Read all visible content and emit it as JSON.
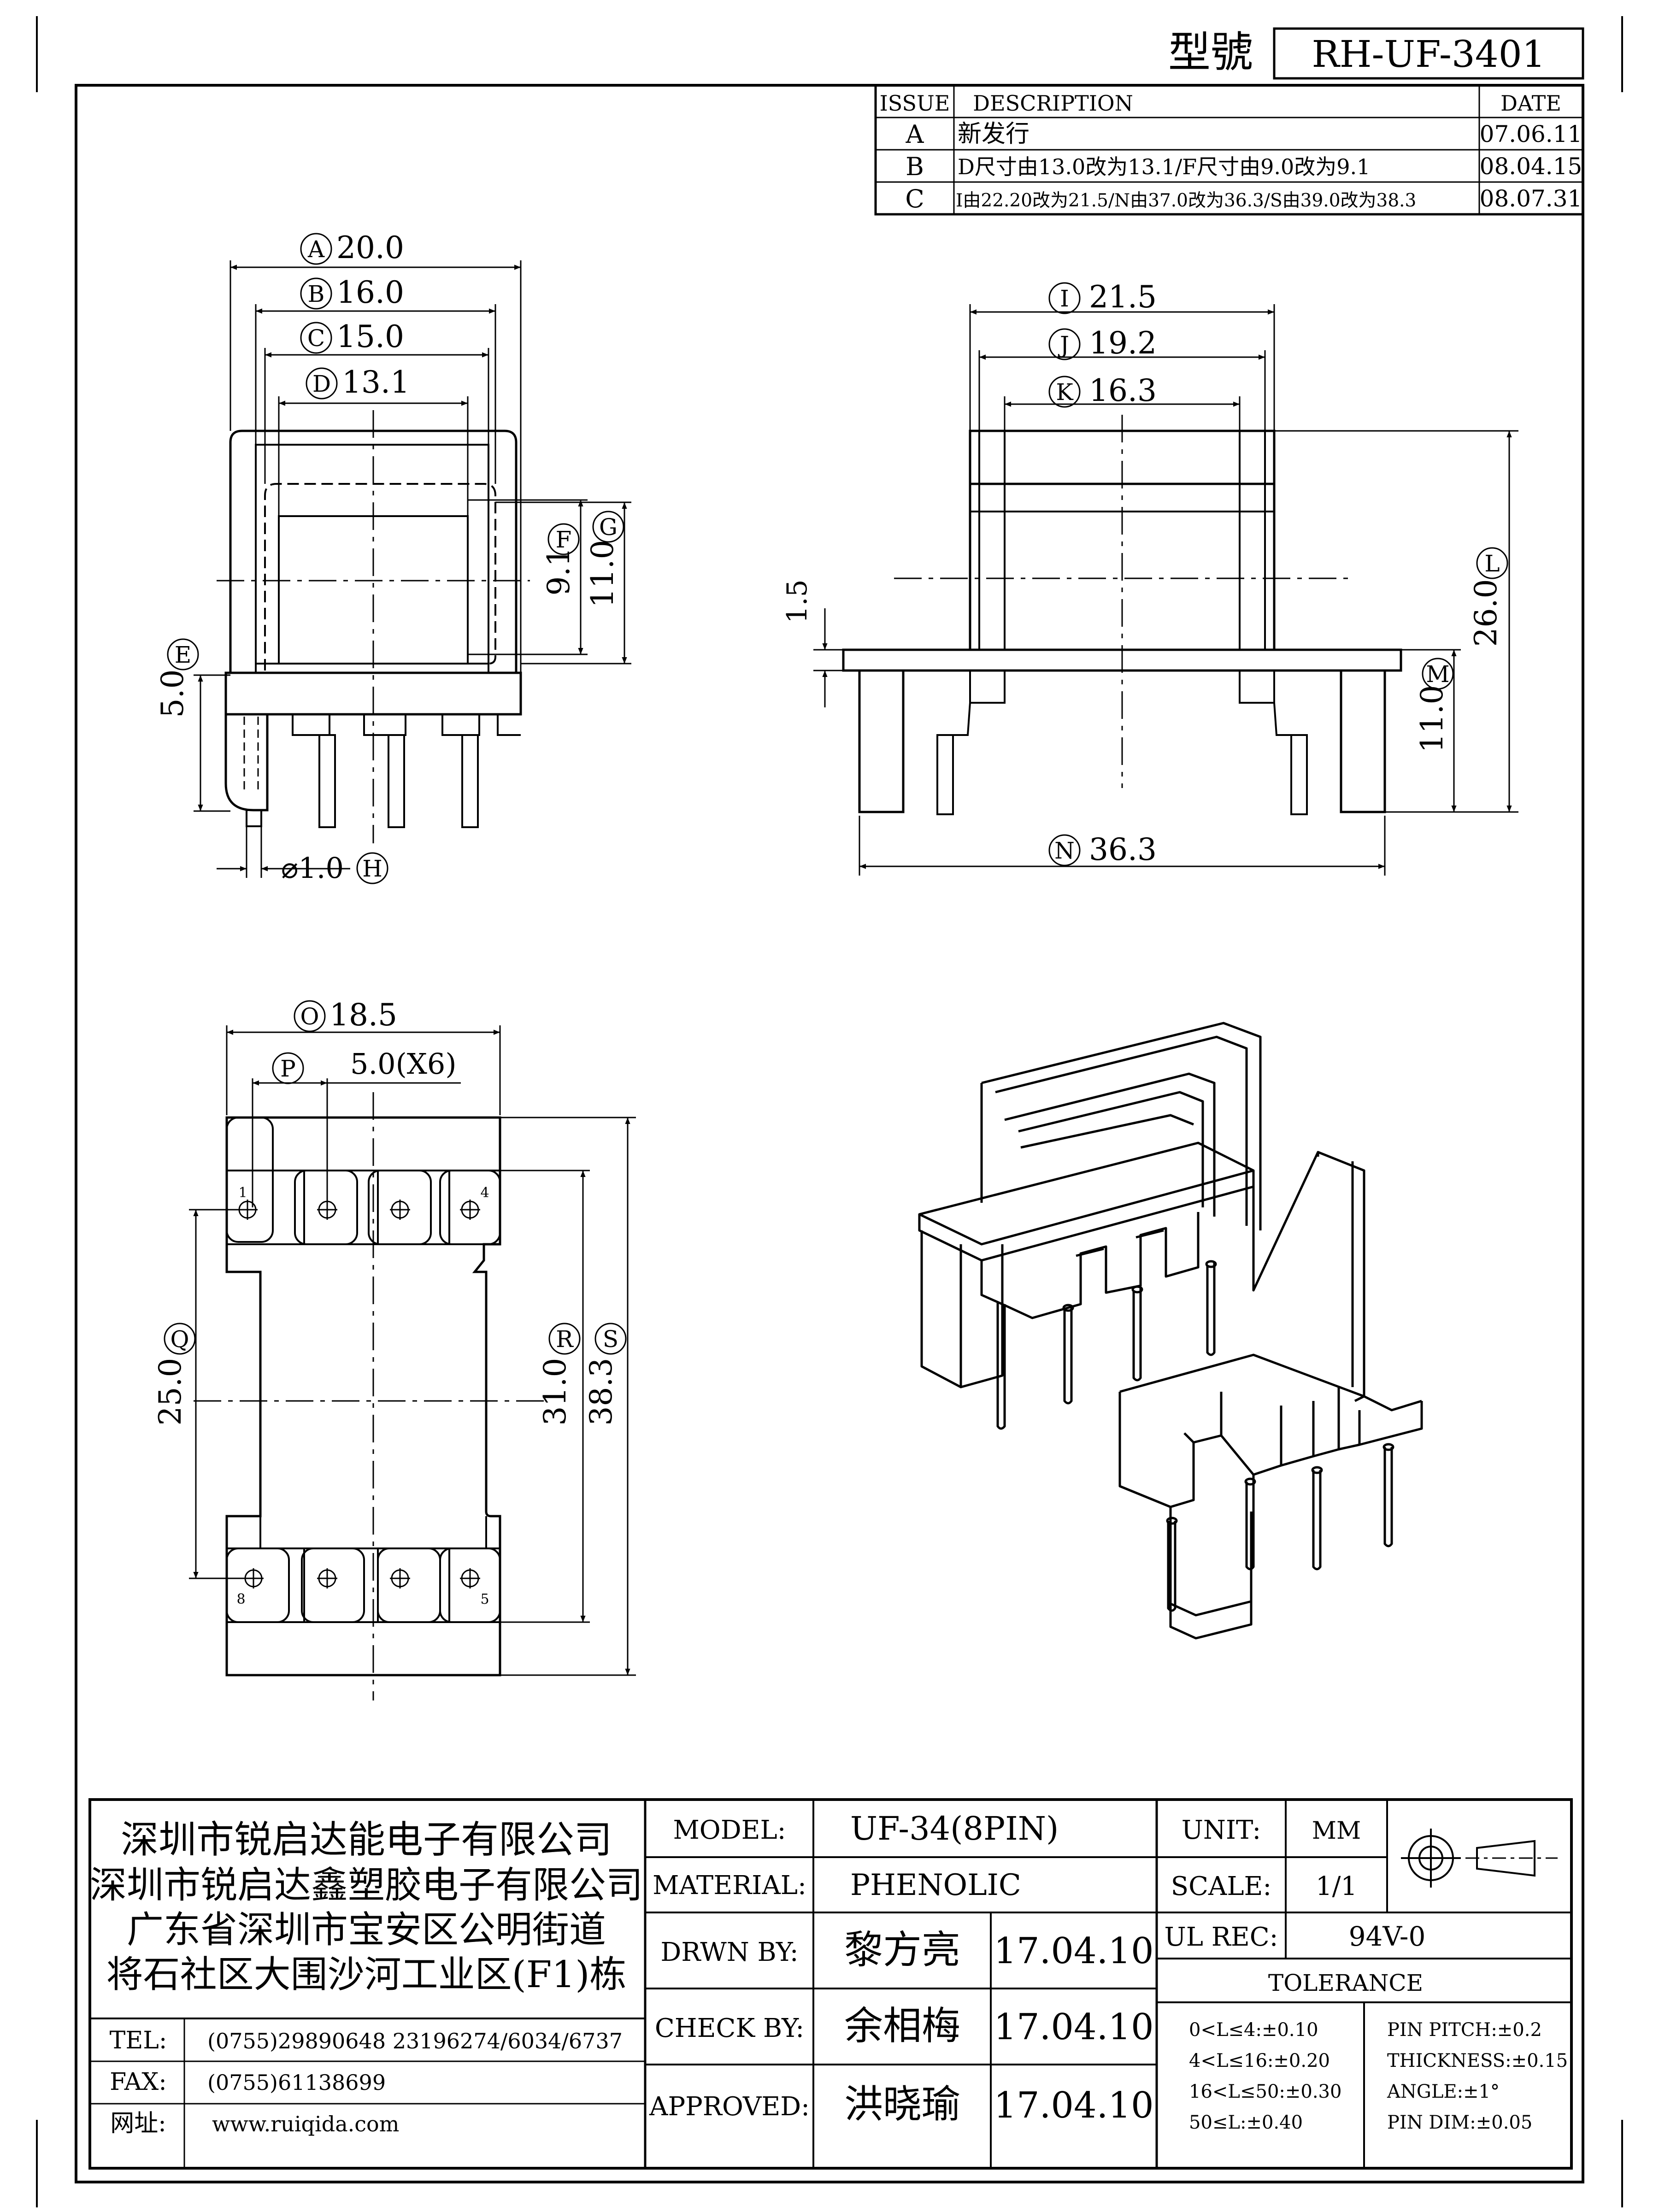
{
  "header": {
    "model_label": "型號",
    "model_no": "RH-UF-3401"
  },
  "revisions": {
    "headers": {
      "issue": "ISSUE",
      "description": "DESCRIPTION",
      "date": "DATE"
    },
    "rows": [
      {
        "issue": "A",
        "description": "新发行",
        "date": "07.06.11"
      },
      {
        "issue": "B",
        "description": "D尺寸由13.0改为13.1/F尺寸由9.0改为9.1",
        "date": "08.04.15"
      },
      {
        "issue": "C",
        "description": "I由22.20改为21.5/N由37.0改为36.3/S由39.0改为38.3",
        "date": "08.07.31"
      }
    ]
  },
  "dimensions": {
    "A": {
      "letter": "A",
      "value": "20.0"
    },
    "B": {
      "letter": "B",
      "value": "16.0"
    },
    "C": {
      "letter": "C",
      "value": "15.0"
    },
    "D": {
      "letter": "D",
      "value": "13.1"
    },
    "E": {
      "letter": "E",
      "value": "5.0"
    },
    "F": {
      "letter": "F",
      "value": "9.1"
    },
    "G": {
      "letter": "G",
      "value": "11.0"
    },
    "H": {
      "letter": "H",
      "value": "⌀1.0"
    },
    "I": {
      "letter": "I",
      "value": "21.5"
    },
    "J": {
      "letter": "J",
      "value": "19.2"
    },
    "K": {
      "letter": "K",
      "value": "16.3"
    },
    "L": {
      "letter": "L",
      "value": "26.0"
    },
    "M": {
      "letter": "M",
      "value": "11.0"
    },
    "N": {
      "letter": "N",
      "value": "36.3"
    },
    "flange": {
      "value": "1.5"
    },
    "O": {
      "letter": "O",
      "value": "18.5"
    },
    "P": {
      "letter": "P",
      "value": "5.0(X6)"
    },
    "Q": {
      "letter": "Q",
      "value": "25.0"
    },
    "R": {
      "letter": "R",
      "value": "31.0"
    },
    "S": {
      "letter": "S",
      "value": "38.3"
    }
  },
  "pins": [
    "1",
    "4",
    "8",
    "5"
  ],
  "company": {
    "lines": [
      "深圳市锐启达能电子有限公司",
      "深圳市锐启达鑫塑胶电子有限公司",
      "广东省深圳市宝安区公明街道",
      "将石社区大围沙河工业区(F1)栋"
    ],
    "tel_label": "TEL:",
    "tel": "(0755)29890648  23196274/6034/6737",
    "fax_label": "FAX:",
    "fax": "(0755)61138699",
    "web_label": "网址:",
    "web": "www.ruiqida.com"
  },
  "title_block": {
    "model_label": "MODEL:",
    "model": "UF-34(8PIN)",
    "material_label": "MATERIAL:",
    "material": "PHENOLIC",
    "drawn_label": "DRWN BY:",
    "drawn_name": "黎方亮",
    "drawn_date": "17.04.10",
    "check_label": "CHECK BY:",
    "check_name": "余相梅",
    "check_date": "17.04.10",
    "approved_label": "APPROVED:",
    "approved_name": "洪晓瑜",
    "approved_date": "17.04.10",
    "unit_label": "UNIT:",
    "unit": "MM",
    "scale_label": "SCALE:",
    "scale": "1/1",
    "ul_label": "UL REC:",
    "ul": "94V-0",
    "tolerance_label": "TOLERANCE",
    "tolerances_left": [
      "0<L≤4:±0.10",
      "4<L≤16:±0.20",
      "16<L≤50:±0.30",
      "50≤L:±0.40"
    ],
    "tolerances_right": [
      "PIN PITCH:±0.2",
      "THICKNESS:±0.15",
      "ANGLE:±1°",
      "PIN DIM:±0.05"
    ]
  }
}
